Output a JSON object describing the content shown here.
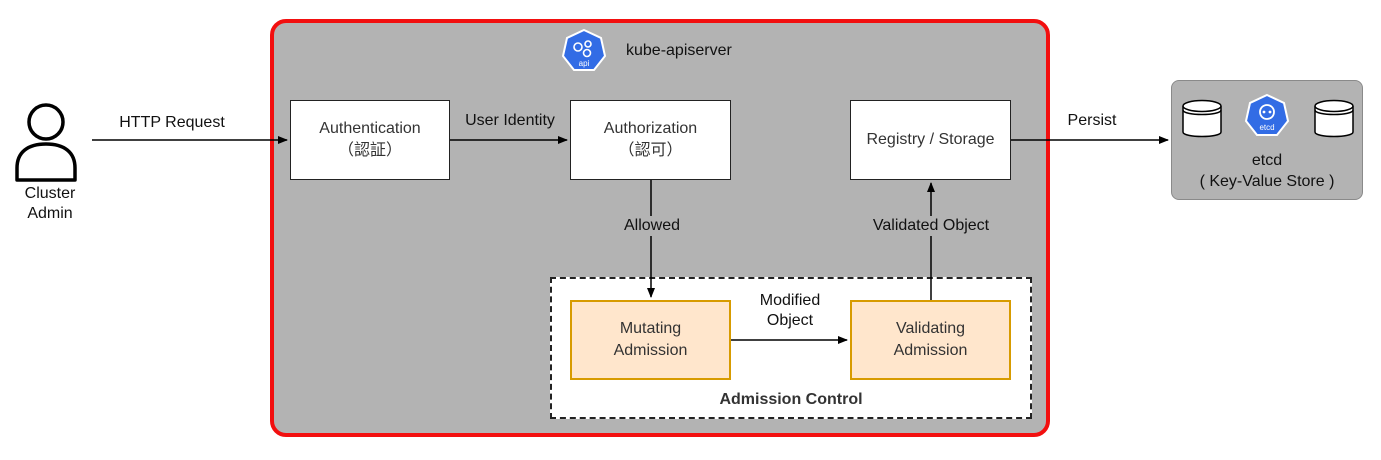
{
  "actor": {
    "label": "Cluster\nAdmin"
  },
  "apiserver": {
    "title": "kube-apiserver",
    "icon_text": "api"
  },
  "steps": {
    "authentication": "Authentication\n（認証）",
    "authorization": "Authorization\n（認可）",
    "registry": "Registry / Storage",
    "mutating": "Mutating\nAdmission",
    "validating": "Validating\nAdmission"
  },
  "admission": {
    "title": "Admission Control"
  },
  "edges": {
    "http_request": "HTTP Request",
    "user_identity": "User Identity",
    "allowed": "Allowed",
    "modified_object": "Modified\nObject",
    "validated_object": "Validated Object",
    "persist": "Persist"
  },
  "etcd": {
    "label": "etcd\n( Key-Value Store )",
    "icon_text": "etcd"
  },
  "colors": {
    "apiserver_border": "#f20f0f",
    "panel_gray": "#b3b3b3",
    "admission_fill": "#ffe6cc",
    "admission_border": "#d79b00",
    "k8s_blue": "#326ce5"
  }
}
